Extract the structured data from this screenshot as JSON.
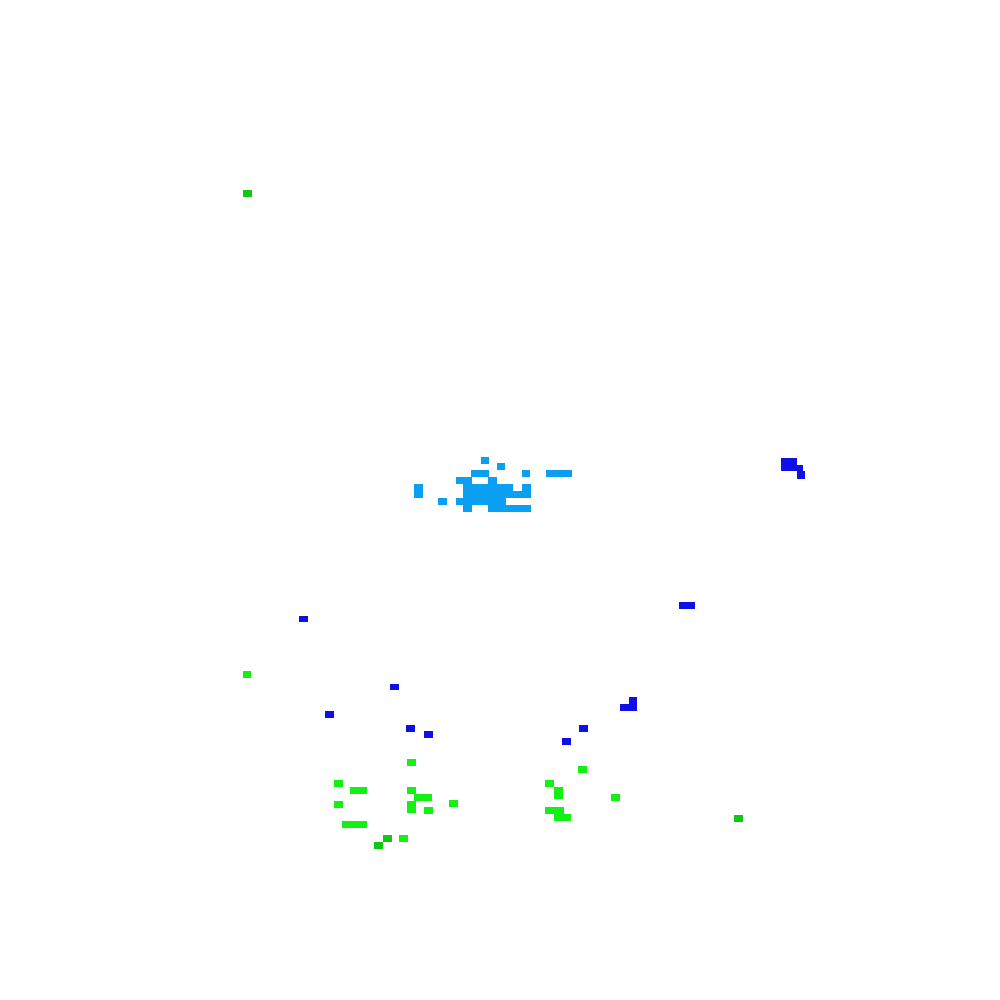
{
  "colors": {
    "background": "#ffffff",
    "light_blue": "#0a9ff0",
    "blue": "#0f0fe6",
    "bright_green": "#14f014",
    "dark_green": "#10c810"
  },
  "groups": [
    {
      "name": "light-blue-cluster",
      "color_key": "light_blue"
    },
    {
      "name": "blue-marks",
      "color_key": "blue"
    },
    {
      "name": "bright-green-marks",
      "color_key": "bright_green"
    },
    {
      "name": "dark-green-marks",
      "color_key": "dark_green"
    }
  ]
}
